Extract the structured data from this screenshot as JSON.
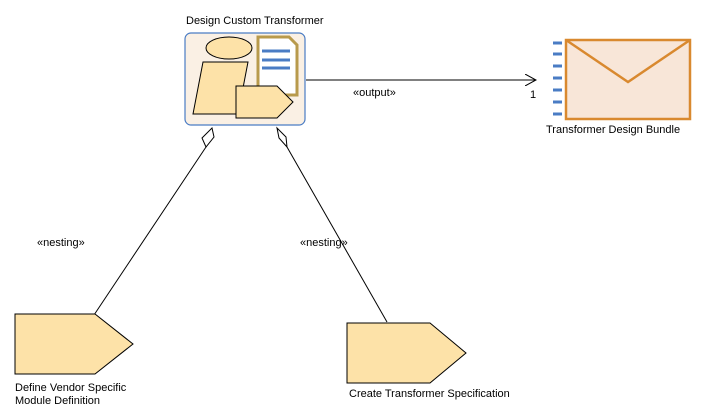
{
  "activity": {
    "name": "Design Custom Transformer",
    "icon": "activity-composite-icon"
  },
  "output": {
    "name": "Transformer Design Bundle",
    "icon": "envelope-icon",
    "stereotype": "«output»",
    "multiplicity": "1"
  },
  "tasks": [
    {
      "name_line1": "Define Vendor Specific",
      "name_line2": "Module Definition",
      "stereotype": "«nesting»",
      "icon": "task-pentagon-icon"
    },
    {
      "name_line1": "Create Transformer Specification",
      "stereotype": "«nesting»",
      "icon": "task-pentagon-icon"
    }
  ],
  "colors": {
    "task_fill": "#fde2a8",
    "task_stroke": "#000000",
    "activity_border": "#4a7cc4",
    "activity_fill": "#faf0e4",
    "envelope_fill": "#f8e6d8",
    "envelope_stroke": "#d9892f",
    "dash_blue": "#4a7cc4",
    "doc_border": "#b89a4c"
  }
}
